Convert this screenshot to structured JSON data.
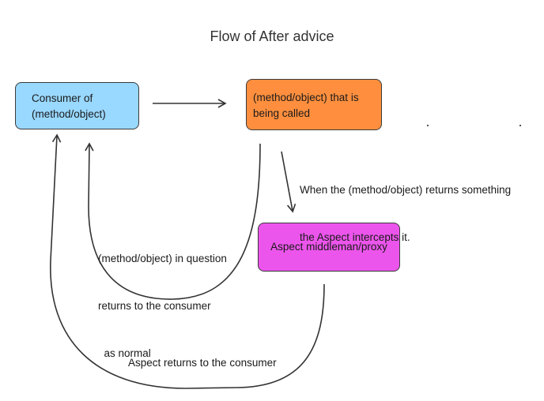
{
  "title": "Flow of After advice",
  "nodes": {
    "consumer": {
      "lines": [
        "Consumer of",
        "(method/object)"
      ]
    },
    "called": {
      "lines": [
        "(method/object) that is",
        "being called"
      ]
    },
    "aspect": {
      "label": "Aspect middleman/proxy"
    }
  },
  "edge_labels": {
    "intercept": [
      "When the (method/object) returns something",
      "the Aspect intercepts it."
    ],
    "returns_normal": [
      "(method/object) in question",
      "returns to the consumer",
      "  as normal"
    ],
    "aspect_returns": "Aspect returns to the consumer"
  },
  "colors": {
    "consumer": "#99d8ff",
    "called": "#ff8f3e",
    "aspect": "#ec55ec",
    "edge": "#333333"
  }
}
